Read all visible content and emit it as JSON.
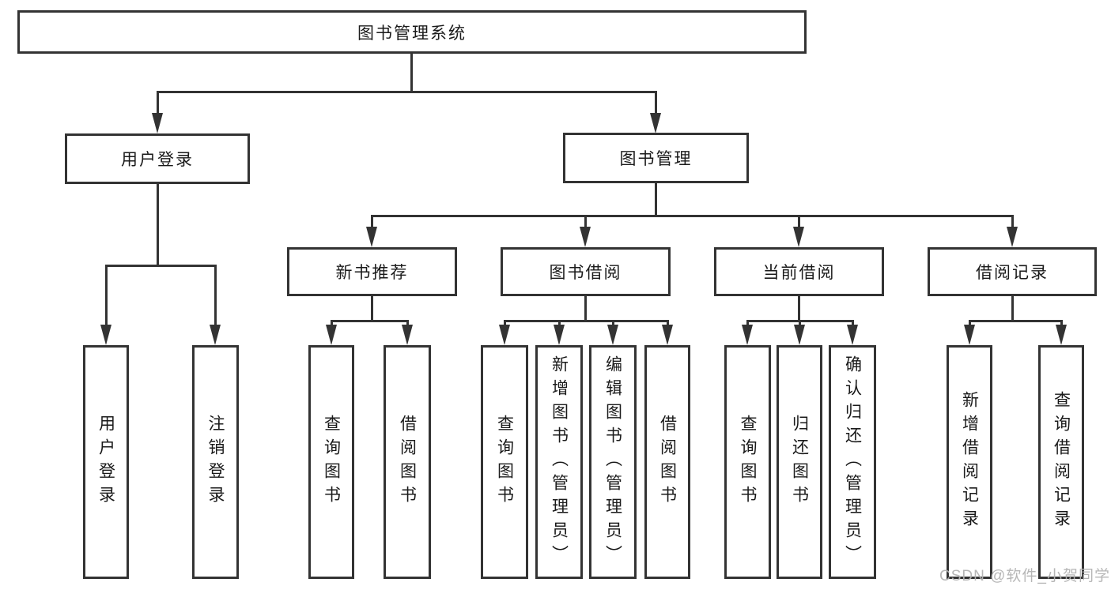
{
  "diagram": {
    "root": {
      "label": "图书管理系统"
    },
    "user_branch": {
      "label": "用户登录",
      "children": [
        {
          "label": "用户登录"
        },
        {
          "label": "注销登录"
        }
      ]
    },
    "book_branch": {
      "label": "图书管理",
      "groups": [
        {
          "label": "新书推荐",
          "children": [
            {
              "label": "查询图书"
            },
            {
              "label": "借阅图书"
            }
          ]
        },
        {
          "label": "图书借阅",
          "children": [
            {
              "label": "查询图书"
            },
            {
              "label": "新增图书（管理员）"
            },
            {
              "label": "编辑图书（管理员）"
            },
            {
              "label": "借阅图书"
            }
          ]
        },
        {
          "label": "当前借阅",
          "children": [
            {
              "label": "查询图书"
            },
            {
              "label": "归还图书"
            },
            {
              "label": "确认归还（管理员）"
            }
          ]
        },
        {
          "label": "借阅记录",
          "children": [
            {
              "label": "新增借阅记录"
            },
            {
              "label": "查询借阅记录"
            }
          ]
        }
      ]
    }
  },
  "watermark": {
    "text": "CSDN @软件_小贺同学"
  },
  "colors": {
    "line": "#333333",
    "text": "#1a1a1a",
    "watermark": "#b3b3b3",
    "background": "#ffffff"
  }
}
